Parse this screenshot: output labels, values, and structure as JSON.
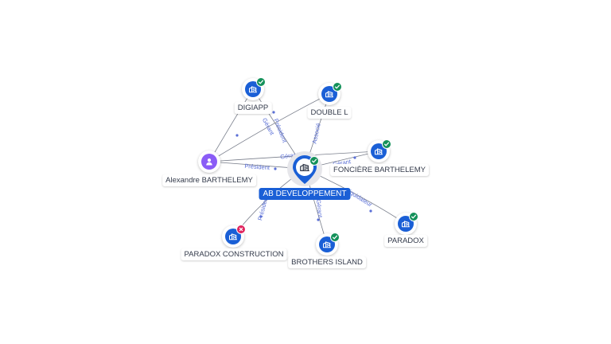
{
  "center": {
    "name": "AB DEVELOPPEMENT",
    "status": "active",
    "icon": "company-icon"
  },
  "nodes": [
    {
      "id": "digiapp",
      "name": "DIGIAPP",
      "type": "company",
      "status": "active",
      "icon": "company-icon"
    },
    {
      "id": "double-l",
      "name": "DOUBLE L",
      "type": "company",
      "status": "active",
      "icon": "company-icon"
    },
    {
      "id": "fonciere",
      "name": "FONCIÈRE BARTHELEMY",
      "type": "company",
      "status": "active",
      "icon": "company-icon"
    },
    {
      "id": "paradox",
      "name": "PARADOX",
      "type": "company",
      "status": "active",
      "icon": "company-icon"
    },
    {
      "id": "brothers",
      "name": "BROTHERS ISLAND",
      "type": "company",
      "status": "active",
      "icon": "company-icon"
    },
    {
      "id": "paradox-construction",
      "name": "PARADOX CONSTRUCTION",
      "type": "company",
      "status": "closed",
      "icon": "company-icon"
    },
    {
      "id": "alexandre",
      "name": "Alexandre BARTHELEMY",
      "type": "person",
      "status": "none",
      "icon": "person-icon"
    }
  ],
  "edge_labels": [
    "Gérant",
    "Président",
    "Associé",
    "Président",
    "Gérant",
    "Liquidateur",
    "Gérant",
    "Président",
    "Gérant"
  ],
  "colors": {
    "company": "#1a5fd6",
    "person": "#8a5cf6",
    "active_badge": "#14915a",
    "closed_badge": "#e0245e",
    "edge": "#7a7f8c",
    "edge_label": "#5a6fd6"
  }
}
